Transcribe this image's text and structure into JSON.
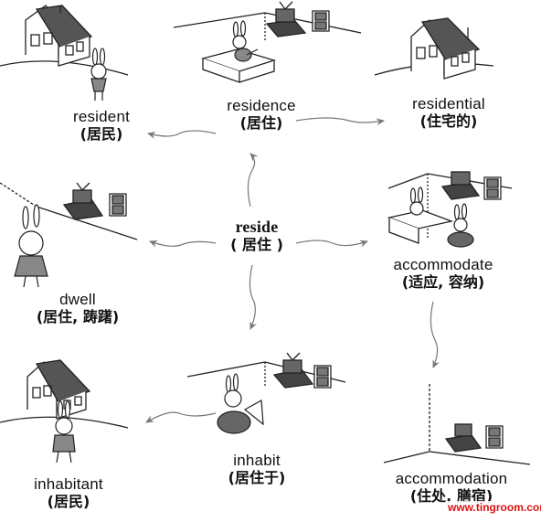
{
  "hub": {
    "word": "reside",
    "gloss": "( 居住 )"
  },
  "nodes": [
    {
      "id": "resident",
      "word": "resident",
      "gloss": "(居民)"
    },
    {
      "id": "residence",
      "word": "residence",
      "gloss": "(居住)"
    },
    {
      "id": "residential",
      "word": "residential",
      "gloss": "(住宅的)"
    },
    {
      "id": "dwell",
      "word": "dwell",
      "gloss": "(居住, 踌躇)"
    },
    {
      "id": "accommodate",
      "word": "accommodate",
      "gloss": "(适应, 容纳)"
    },
    {
      "id": "inhabit",
      "word": "inhabit",
      "gloss": "(居住于)"
    },
    {
      "id": "inhabitant",
      "word": "inhabitant",
      "gloss": "(居民)"
    },
    {
      "id": "accommodation",
      "word": "accommodation",
      "gloss": "(住处, 膳宿)"
    }
  ],
  "watermark": "www.tingroom.com"
}
